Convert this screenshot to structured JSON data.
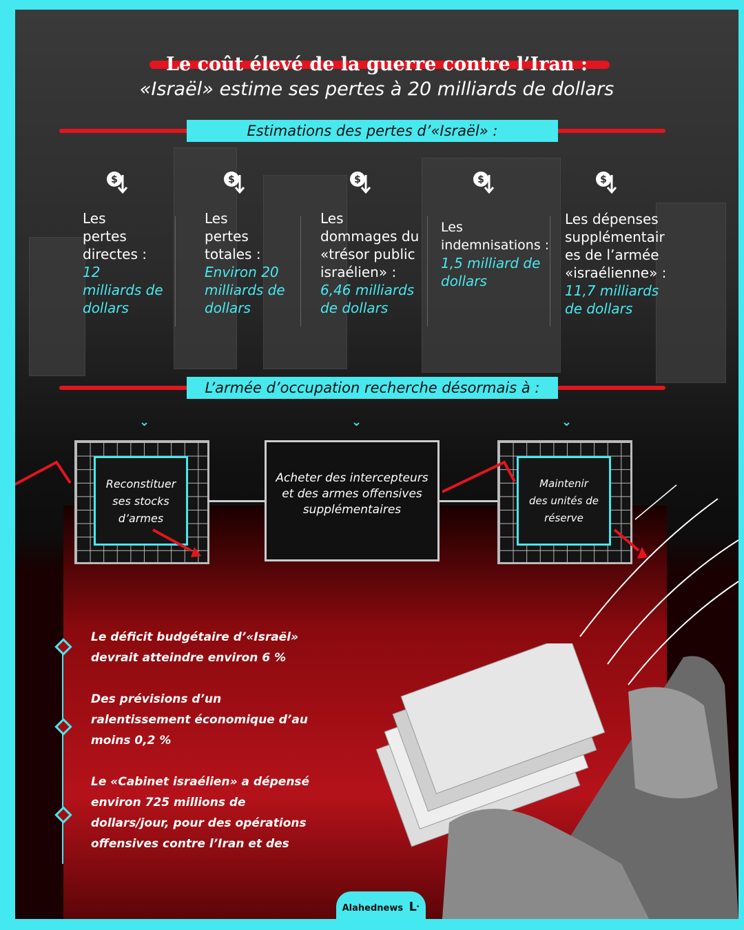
{
  "header": {
    "title_line1": "Le coût élevé de la guerre contre l’Iran :",
    "title_line2": "«Israël» estime ses pertes à 20 milliards de dollars"
  },
  "section1": {
    "heading": "Estimations des pertes d’«Israël» :",
    "icon": "dollar-down-icon",
    "items": [
      {
        "label": "Les\npertes\ndirectes :",
        "value": "12\nmilliards de\ndollars"
      },
      {
        "label": "Les\npertes\ntotales :",
        "value": "Environ 20\nmilliards de\ndollars"
      },
      {
        "label": "Les\ndommages du\n«trésor public\nisraélien» :",
        "value": "6,46 milliards\nde dollars"
      },
      {
        "label": "Les\nindemnisations :",
        "value": "1,5 milliard de\ndollars"
      },
      {
        "label": "Les dépenses\nsupplémentair\nes de l’armée\n«israélienne» :",
        "value": "11,7 milliards\nde dollars"
      }
    ]
  },
  "section2": {
    "heading": "L’armée d’occupation recherche désormais à :",
    "boxes": [
      "Reconstituer\nses stocks\nd’armes",
      "Acheter des intercepteurs\net des armes offensives\nsupplémentaires",
      "Maintenir\ndes unités de\nréserve"
    ]
  },
  "bullets": [
    "Le déficit budgétaire d’«Israël»\ndevrait atteindre environ 6 %",
    "Des prévisions d’un\nralentissement économique d’au\nmoins 0,2 %",
    "Le «Cabinet israélien» a dépensé\nenviron 725 millions de\ndollars/jour, pour des opérations\noffensives contre l’Iran et des"
  ],
  "footer": {
    "brand": "Alahednews"
  },
  "colors": {
    "accent_cyan": "#48e8ef",
    "accent_red": "#e3151f",
    "dark": "#111111"
  }
}
